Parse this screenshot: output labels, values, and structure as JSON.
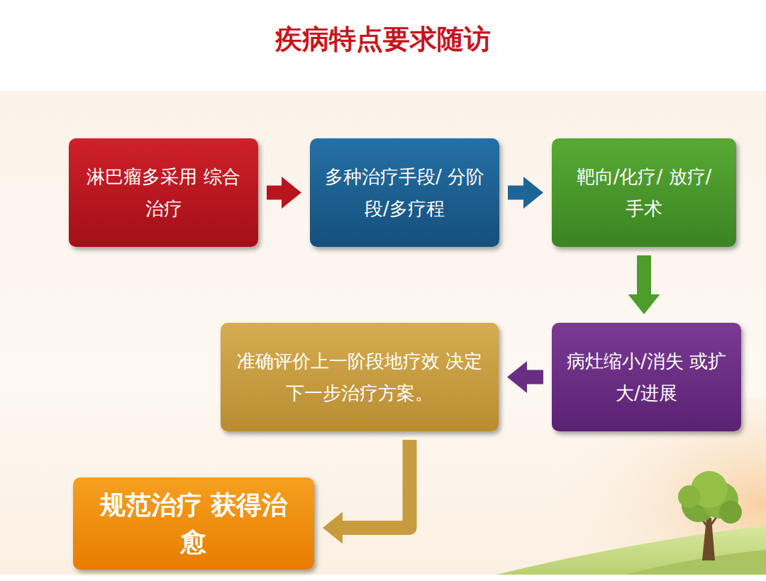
{
  "diagram": {
    "title": "疾病特点要求随访",
    "nodes": [
      {
        "text": [
          "淋巴瘤多采用 综合治疗"
        ]
      },
      {
        "text": [
          "多种治疗手段/ 分阶段/多疗程"
        ]
      },
      {
        "text": [
          "靶向/化疗/ 放疗/手术"
        ]
      },
      {
        "text": [
          "病灶缩小/消失 或扩大/进展"
        ]
      },
      {
        "text": [
          "准确评价上一阶段地疗效 决定下一步治疗方案。"
        ]
      },
      {
        "text": [
          "规范治疗 获得治愈"
        ]
      }
    ],
    "edges": [
      {
        "from": 0,
        "to": 1,
        "arrow": "to"
      },
      {
        "from": 1,
        "to": 2,
        "arrow": "to"
      },
      {
        "from": 2,
        "to": 3,
        "arrow": "to"
      },
      {
        "from": 3,
        "to": 4,
        "arrow": "to"
      },
      {
        "from": 4,
        "to": 5,
        "arrow": "to"
      }
    ]
  }
}
